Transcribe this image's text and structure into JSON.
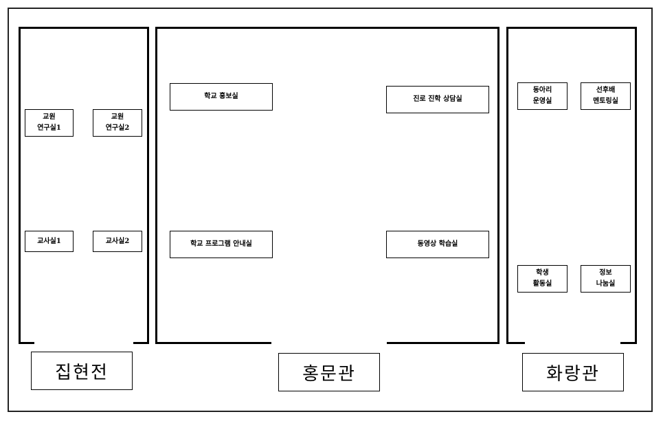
{
  "buildings": {
    "jiphyeon": {
      "name": "집현전",
      "rooms": {
        "faculty_office_1": [
          "교원",
          "연구실1"
        ],
        "faculty_office_2": [
          "교원",
          "연구실2"
        ],
        "teachers_room_1": [
          "교사실1"
        ],
        "teachers_room_2": [
          "교사실2"
        ]
      }
    },
    "hongmun": {
      "name": "홍문관",
      "rooms": {
        "school_pr": [
          "학교 홍보실"
        ],
        "career_counsel": [
          "진로 진학 상담실"
        ],
        "program_guide": [
          "학교 프로그램 안내실"
        ],
        "video_learning": [
          "동영상 학습실"
        ]
      }
    },
    "hwarang": {
      "name": "화랑관",
      "rooms": {
        "club_office": [
          "동아리",
          "운영실"
        ],
        "mentoring": [
          "선후배",
          "멘토링실"
        ],
        "student_activity": [
          "학생",
          "활동실"
        ],
        "info_sharing": [
          "정보",
          "나눔실"
        ]
      }
    }
  }
}
